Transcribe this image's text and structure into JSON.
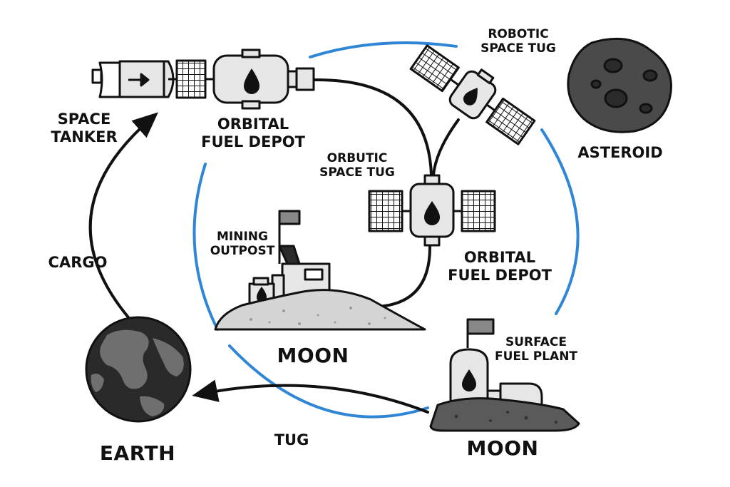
{
  "labels": {
    "space_tanker": [
      "SPACE",
      "TANKER"
    ],
    "orbital_fuel_depot_top": [
      "ORBITAL",
      "FUEL DEPOT"
    ],
    "robotic_space_tug": [
      "ROBOTIC",
      "SPACE TUG"
    ],
    "asteroid": "ASTEROID",
    "orbutic_space_tug": [
      "ORBUTIC",
      "SPACE TUG"
    ],
    "mining_outpost": [
      "MINING",
      "OUTPOST"
    ],
    "orbital_fuel_depot_mid": [
      "ORBITAL",
      "FUEL DEPOT"
    ],
    "cargo": "CARGO",
    "moon_left": "MOON",
    "surface_fuel_plant": [
      "SURFACE",
      "FUEL PLANT"
    ],
    "earth": "EARTH",
    "tug": "TUG",
    "moon_right": "MOON"
  },
  "colors": {
    "orbit_blue": "#2f86d6",
    "line": "#111111",
    "module_fill": "#e6e6e6",
    "regolith_light": "#d4d4d4",
    "regolith_dark": "#5a5a5a",
    "earth_land": "#6f6f6f",
    "earth_ocean": "#2a2a2a",
    "asteroid": "#4a4a4a"
  },
  "icons": [
    "space-tanker-icon",
    "fuel-drop-icon",
    "solar-panel-icon",
    "satellite-icon",
    "asteroid-icon",
    "earth-icon",
    "flag-icon",
    "habitat-icon",
    "fuel-tank-icon"
  ]
}
